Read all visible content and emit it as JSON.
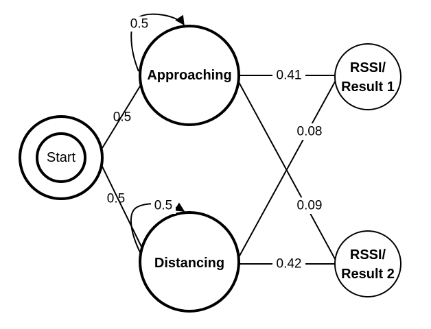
{
  "nodes": {
    "start": {
      "label": "Start"
    },
    "approaching": {
      "label": "Approaching"
    },
    "distancing": {
      "label": "Distancing"
    },
    "result1": {
      "line1": "RSSI/",
      "line2": "Result 1"
    },
    "result2": {
      "line1": "RSSI/",
      "line2": "Result 2"
    }
  },
  "edges": {
    "start_to_approaching": "0.5",
    "start_to_distancing": "0.5",
    "approaching_self": "0.5",
    "distancing_self": "0.5",
    "approaching_to_result1": "0.41",
    "distancing_to_result1": "0.08",
    "approaching_to_result2": "0.09",
    "distancing_to_result2": "0.42"
  }
}
